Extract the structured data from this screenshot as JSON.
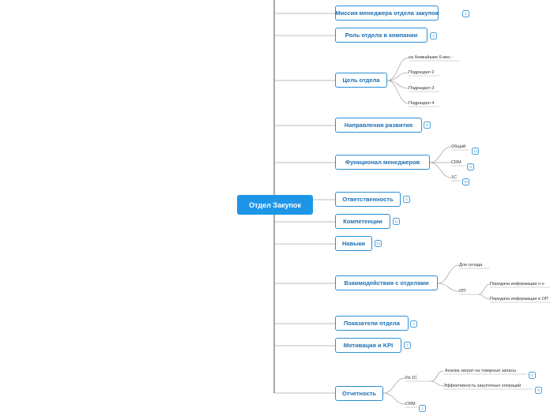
{
  "root": {
    "label": "Отдел Закупок"
  },
  "branches": [
    {
      "label": "Миссия менеджера отдела закупок",
      "badge": "1"
    },
    {
      "label": "Роль отдела в компании",
      "badge": "4"
    },
    {
      "label": "Цель отдела",
      "badge": "",
      "children": [
        {
          "label": "на ближайшие 6 мес.:",
          "badge": ""
        },
        {
          "label": "Подраздел 2",
          "badge": ""
        },
        {
          "label": "Подраздел 3",
          "badge": ""
        },
        {
          "label": "Подраздел 4",
          "badge": ""
        }
      ]
    },
    {
      "label": "Направления развития",
      "badge": "6"
    },
    {
      "label": "Функционал менеджеров",
      "badge": "",
      "children": [
        {
          "label": "Общий",
          "badge": "13"
        },
        {
          "label": "CRM",
          "badge": "5"
        },
        {
          "label": "1С",
          "badge": "12"
        }
      ]
    },
    {
      "label": "Ответственность",
      "badge": "5"
    },
    {
      "label": "Компетенции",
      "badge": "11"
    },
    {
      "label": "Навыки",
      "badge": "14"
    },
    {
      "label": "Взаимодействия с отделами",
      "badge": "",
      "children": [
        {
          "label": "Для склада",
          "badge": ""
        },
        {
          "label": "ОП",
          "badge": "",
          "children": [
            {
              "label": "Передача информации о н",
              "badge": ""
            },
            {
              "label": "Передача информации в ОП",
              "badge": ""
            }
          ]
        }
      ]
    },
    {
      "label": "Показатели отдела",
      "badge": "7"
    },
    {
      "label": "Мотивация и KPI",
      "badge": "7"
    },
    {
      "label": "Отчетность",
      "badge": "",
      "children": [
        {
          "label": "Из 1С",
          "badge": "",
          "children": [
            {
              "label": "Анализ затрат на товарные запасы",
              "badge": "5"
            },
            {
              "label": "Эффективность закупочных операций",
              "badge": "9"
            }
          ]
        },
        {
          "label": "CRM",
          "badge": "4"
        }
      ]
    }
  ],
  "colors": {
    "line": "#a9a9a9",
    "accent": "#1e96e8",
    "node_border": "#2a8fd6",
    "node_text": "#1a6fb5"
  }
}
